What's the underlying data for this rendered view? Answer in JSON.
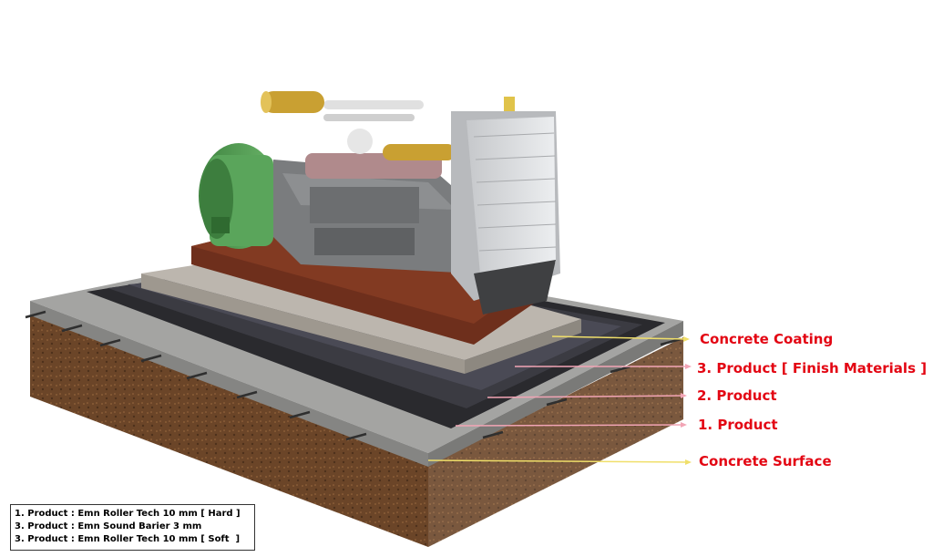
{
  "colors": {
    "label": "#e30613",
    "soil": "#6b4528",
    "concrete": "#9a9a98",
    "pad": "#b9b4ac",
    "layer_dark": "#2a2a2e",
    "layer_mid": "#3b3b42",
    "layer_finish": "#4a4a55",
    "frame": "#6e2f1c",
    "alternator": "#4f9a50",
    "engine": "#7a7c7e",
    "radiator": "#d8dadc",
    "exhaust": "#c9a032",
    "line_yellow": "#f0df6a",
    "line_pink": "#f2a5b5"
  },
  "callouts": [
    {
      "id": "concrete-coating",
      "text": "Concrete Coating"
    },
    {
      "id": "product-3",
      "text": "3. Product [ Finish Materials ]"
    },
    {
      "id": "product-2",
      "text": "2. Product"
    },
    {
      "id": "product-1",
      "text": "1. Product"
    },
    {
      "id": "concrete-surface",
      "text": "Concrete Surface"
    }
  ],
  "legend": [
    "1. Product : Emn Roller Tech 10 mm [ Hard ]",
    "3. Product : Emn Sound Barier 3 mm",
    "3. Product : Emn Roller Tech 10 mm [ Soft  ]"
  ]
}
